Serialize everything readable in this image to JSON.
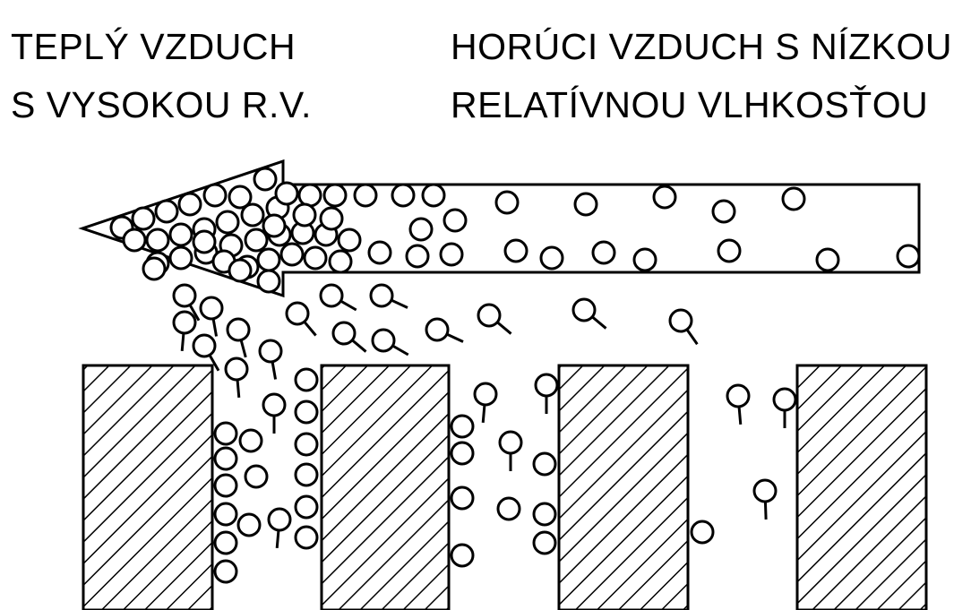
{
  "labels": {
    "left_line1": "TEPLÝ VZDUCH",
    "left_line2": "S VYSOKOU R.V.",
    "right_line1": "HORÚCI VZDUCH S NÍZKOU",
    "right_line2": "RELATÍVNOU VLHKOSŤOU"
  },
  "colors": {
    "stroke": "#000000",
    "background": "#ffffff"
  }
}
